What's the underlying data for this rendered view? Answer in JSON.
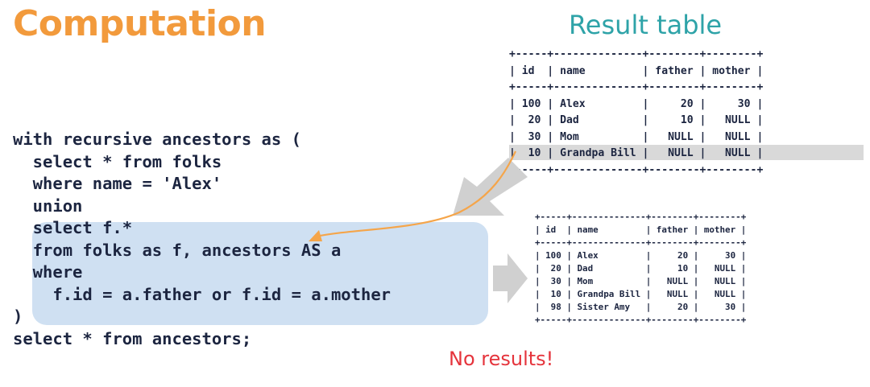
{
  "slide": {
    "title": "Computation",
    "result_title": "Result table",
    "no_results": "No results!"
  },
  "sql_lines": [
    "with recursive ancestors as (",
    "  select * from folks",
    "  where name = 'Alex'",
    "  union",
    "  select f.*",
    "  from folks as f, ancestors AS a",
    "  where",
    "    f.id = a.father or f.id = a.mother",
    ")",
    "select * from ancestors;"
  ],
  "result_table": {
    "lines": [
      "+-----+--------------+--------+--------+",
      "| id  | name         | father | mother |",
      "+-----+--------------+--------+--------+",
      "| 100 | Alex         |     20 |     30 |",
      "|  20 | Dad          |     10 |   NULL |",
      "|  30 | Mom          |   NULL |   NULL |",
      "|  10 | Grandpa Bill |   NULL |   NULL |",
      "+-----+--------------+--------+--------+"
    ]
  },
  "second_table": {
    "lines": [
      "+-----+--------------+--------+--------+",
      "| id  | name         | father | mother |",
      "+-----+--------------+--------+--------+",
      "| 100 | Alex         |     20 |     30 |",
      "|  20 | Dad          |     10 |   NULL |",
      "|  30 | Mom          |   NULL |   NULL |",
      "|  10 | Grandpa Bill |   NULL |   NULL |",
      "|  98 | Sister Amy   |     20 |     30 |",
      "+-----+--------------+--------+--------+"
    ]
  },
  "colors": {
    "title": "#f29a3c",
    "result_title": "#2ea3a8",
    "no_results": "#e5343c",
    "highlight_box": "#cfe0f2",
    "flow_arrow": "#f5a54a",
    "gray_arrow": "#d0d0d0"
  }
}
